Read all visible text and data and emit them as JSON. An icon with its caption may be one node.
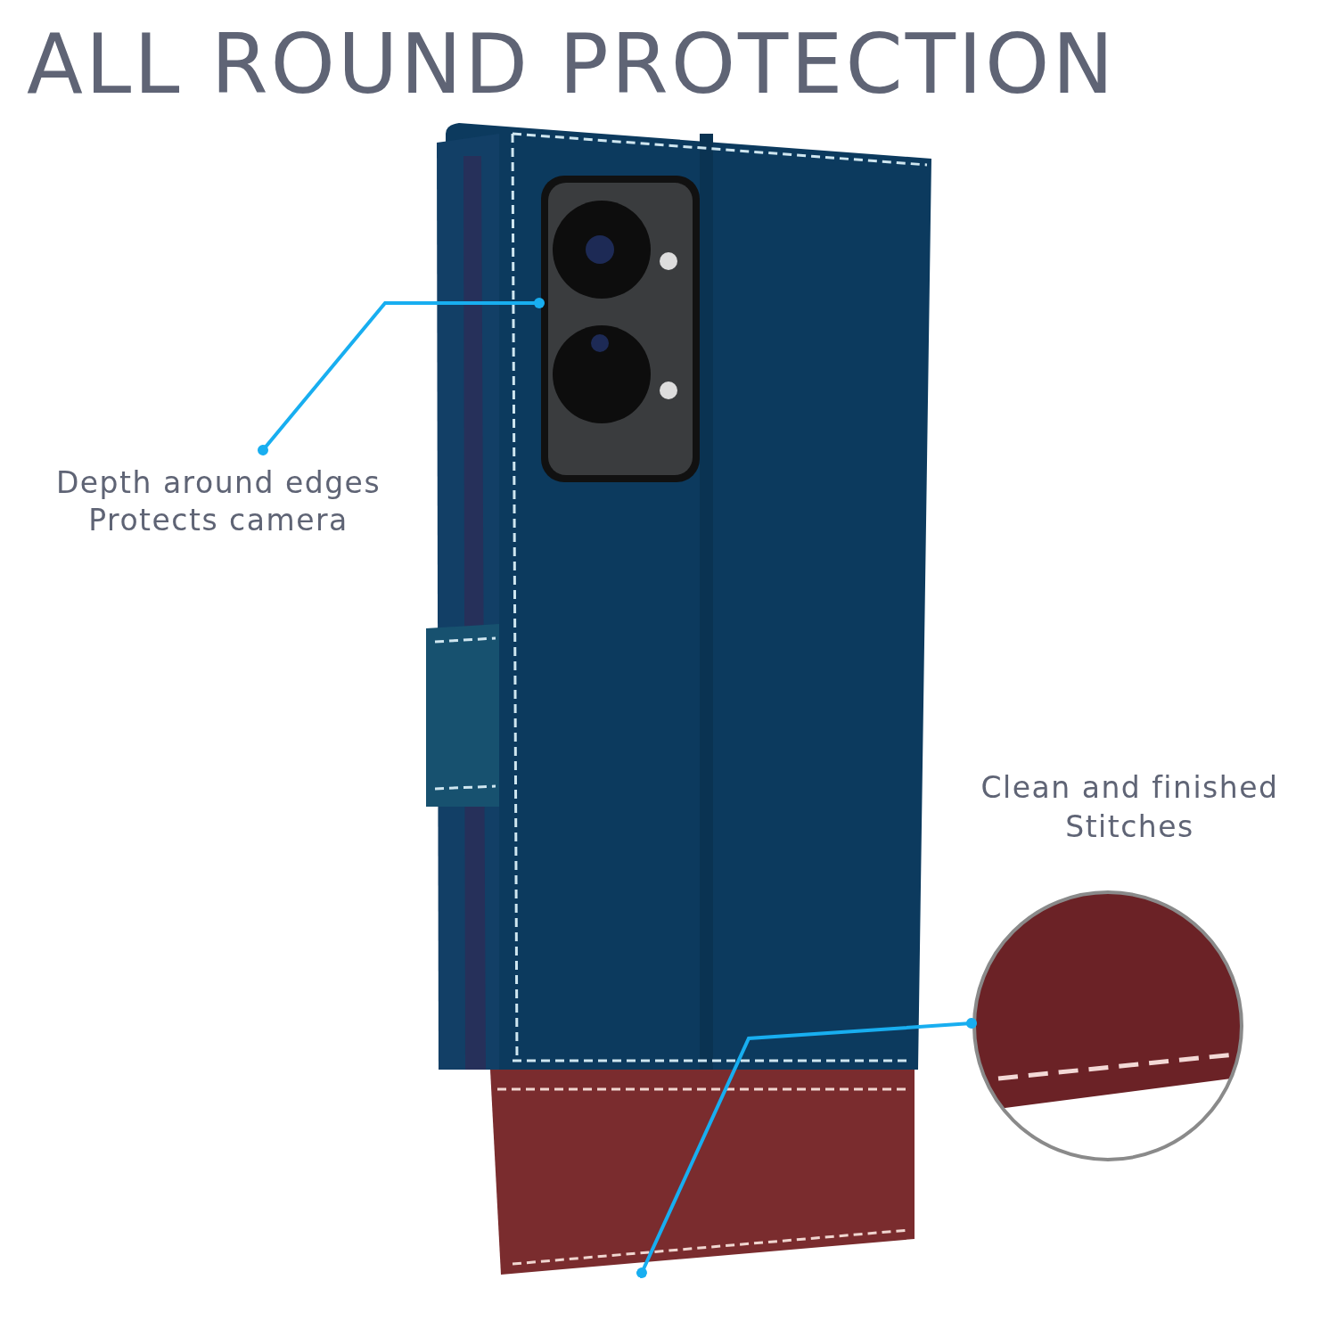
{
  "diagram": {
    "title": "ALL ROUND PROTECTION",
    "nodes": [
      {
        "text": [
          "Depth around edges Protects camera"
        ]
      },
      {
        "text": [],
        "shape": "picture"
      },
      {
        "text": [],
        "shape": "picture",
        "beside": [
          "Clean and finished Stitches"
        ]
      },
      {
        "text": [],
        "shape": "picture"
      }
    ],
    "edges": [
      {
        "from": 0,
        "to": 1,
        "arrow": "other"
      },
      {
        "from": 2,
        "to": 3,
        "arrow": "other"
      }
    ]
  }
}
